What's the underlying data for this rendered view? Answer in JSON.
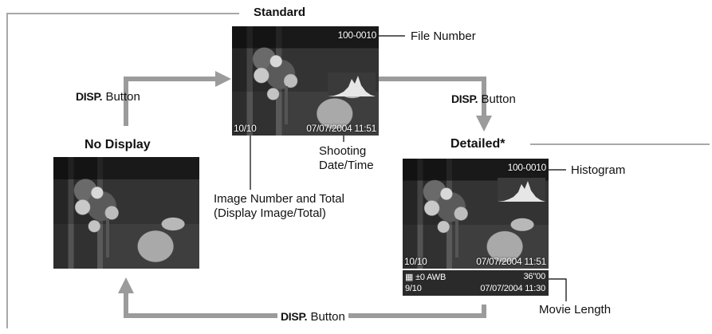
{
  "labels": {
    "standard": "Standard",
    "file_number": "File Number",
    "disp_word": "DISP.",
    "button_word": "Button",
    "no_display": "No Display",
    "detailed": "Detailed*",
    "shooting_line1": "Shooting",
    "shooting_line2": "Date/Time",
    "image_number_line1": "Image Number and Total",
    "image_number_line2": "(Display Image/Total)",
    "histogram": "Histogram",
    "movie_length": "Movie Length"
  },
  "screens": {
    "standard": {
      "file_number": "100-0010",
      "image_count": "10/10",
      "datetime": "07/07/2004  11:51"
    },
    "detailed": {
      "file_number": "100-0010",
      "image_count": "10/10",
      "datetime": "07/07/2004  11:51",
      "info_row1_left": "±0   AWB",
      "info_row1_right": "36\"00",
      "info_row2_left": "9/10",
      "info_row2_right": "07/07/2004  11:30"
    }
  },
  "colors": {
    "arrow": "#9b9b9b",
    "leader": "#000000",
    "frame_line": "#a8a8a8"
  }
}
